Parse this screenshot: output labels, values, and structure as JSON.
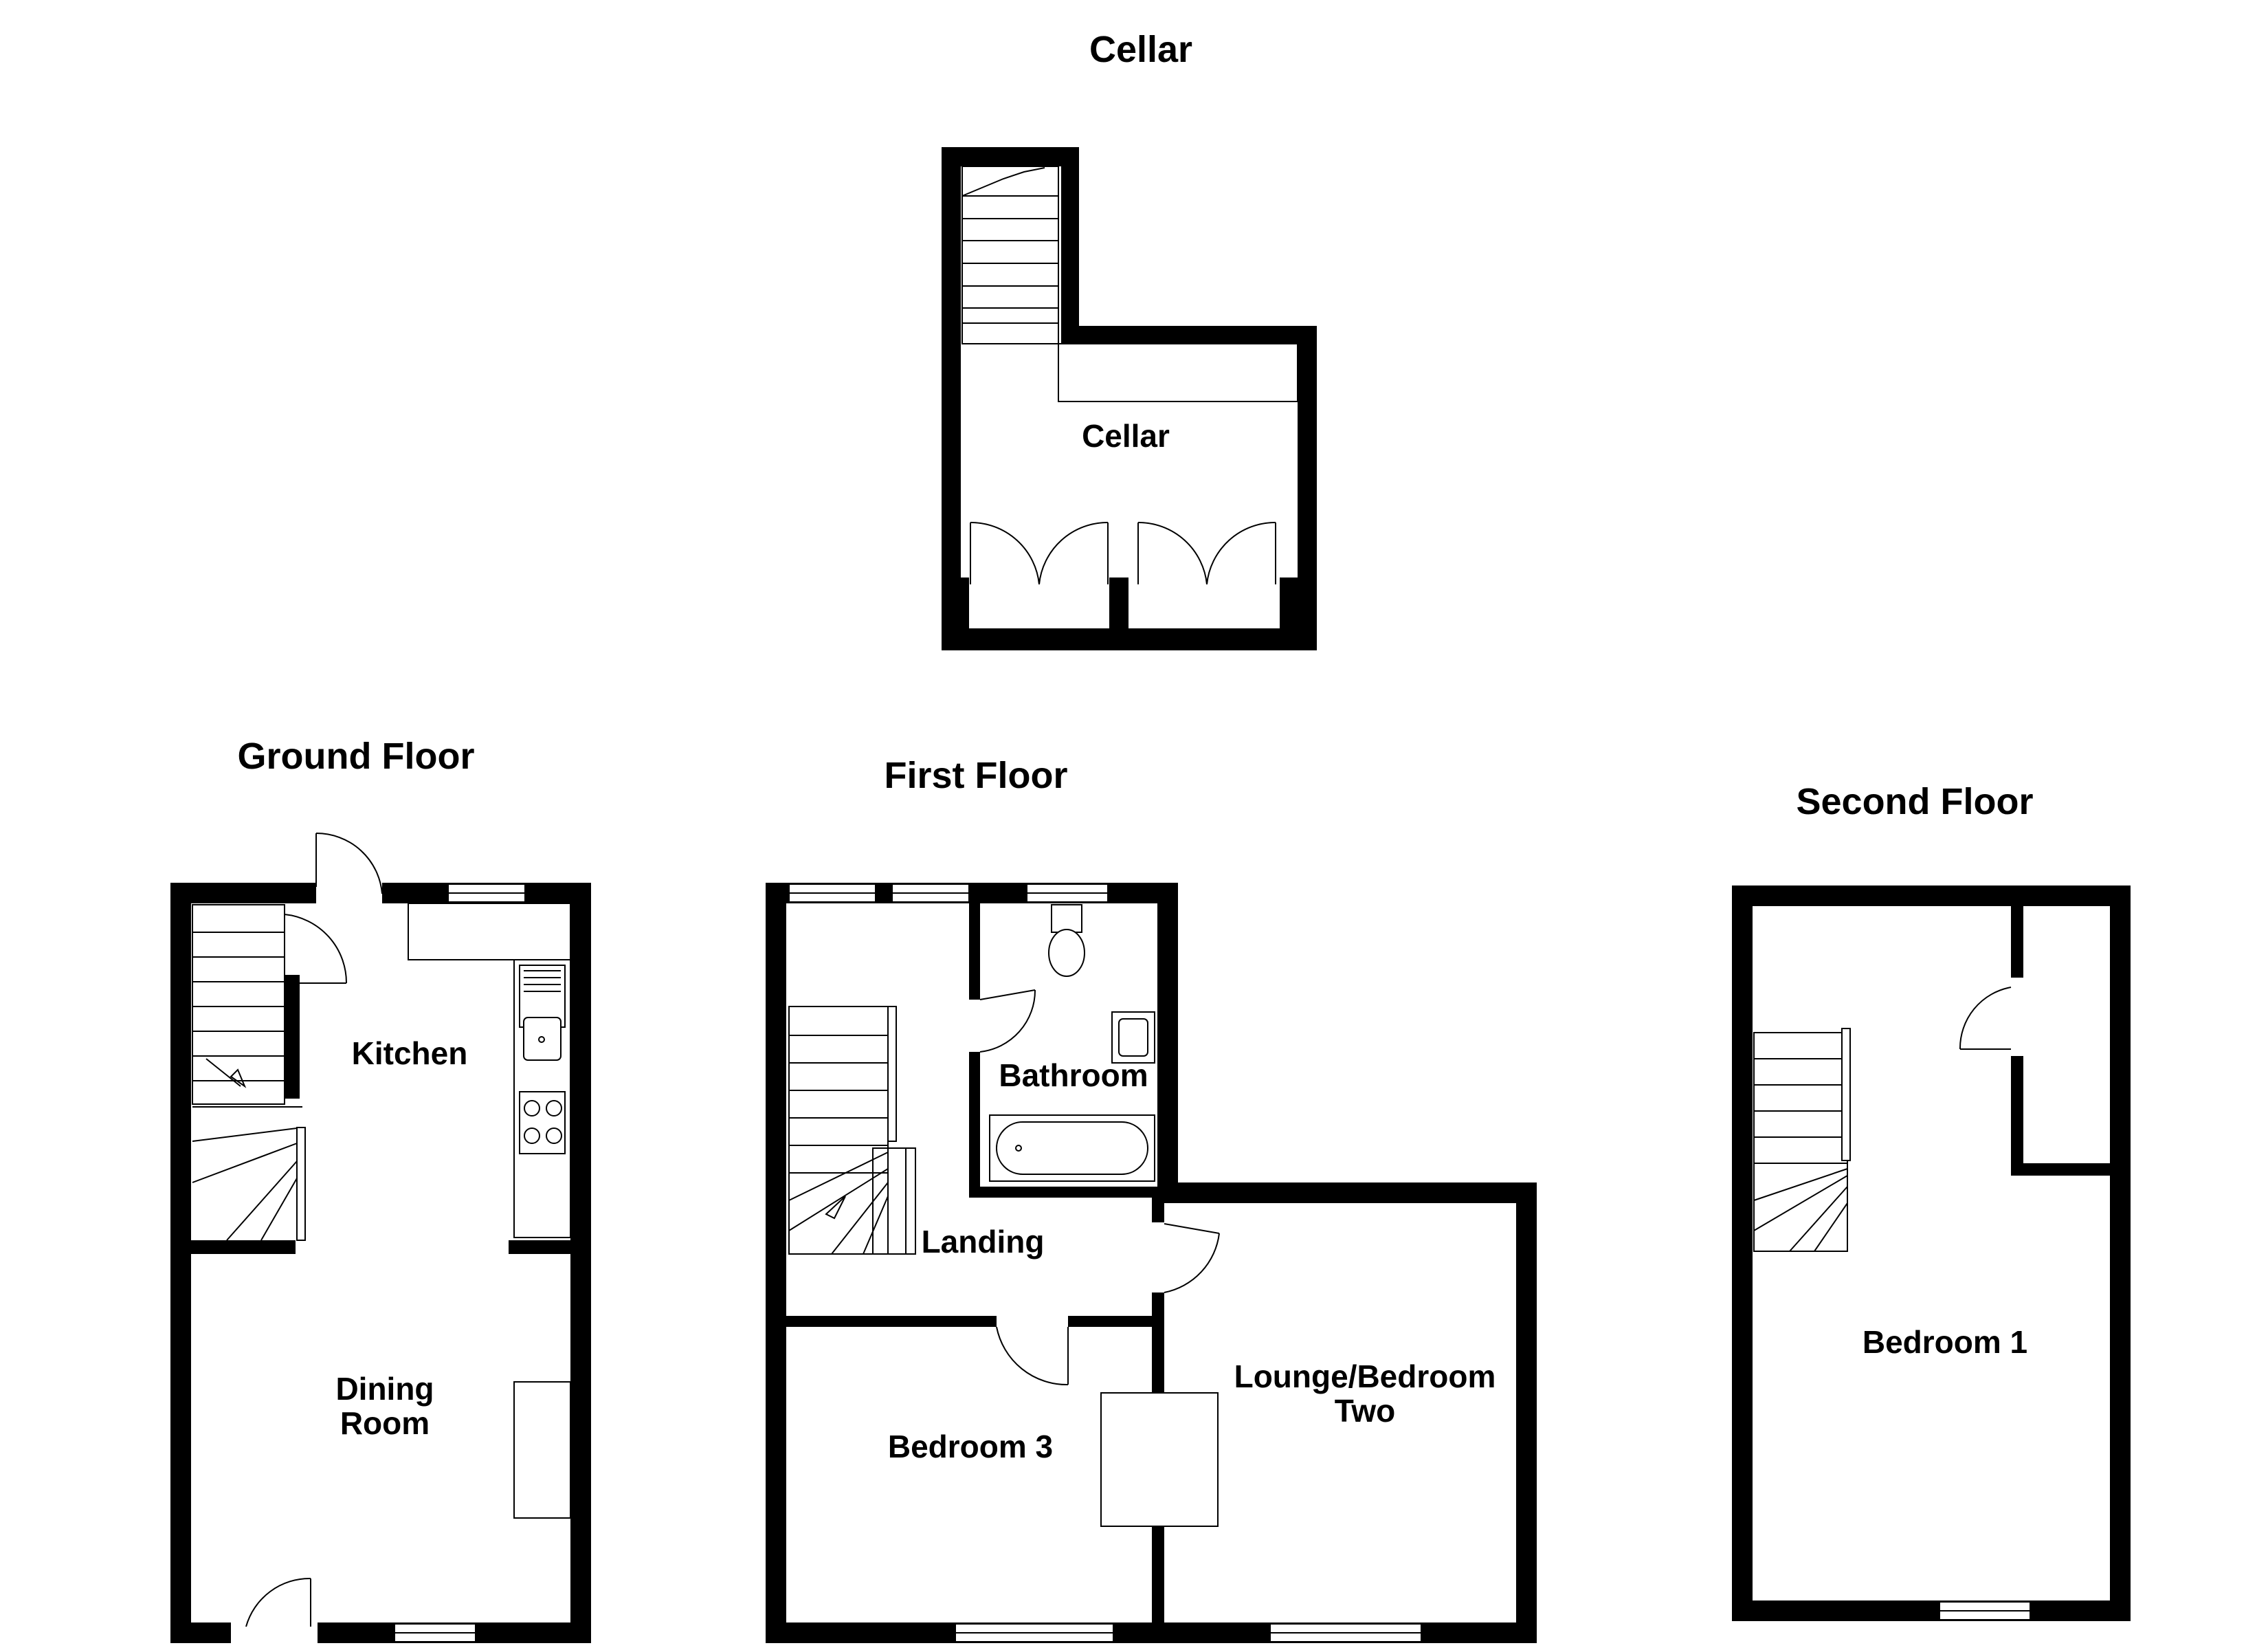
{
  "floors": {
    "cellar": {
      "title": "Cellar",
      "rooms": {
        "cellar": "Cellar"
      }
    },
    "ground": {
      "title": "Ground Floor",
      "rooms": {
        "kitchen": "Kitchen",
        "dining_line1": "Dining",
        "dining_line2": "Room"
      }
    },
    "first": {
      "title": "First Floor",
      "rooms": {
        "bathroom": "Bathroom",
        "landing": "Landing",
        "bedroom3": "Bedroom 3",
        "lounge_line1": "Lounge/Bedroom",
        "lounge_line2": "Two"
      }
    },
    "second": {
      "title": "Second Floor",
      "rooms": {
        "bedroom1": "Bedroom 1"
      }
    }
  }
}
